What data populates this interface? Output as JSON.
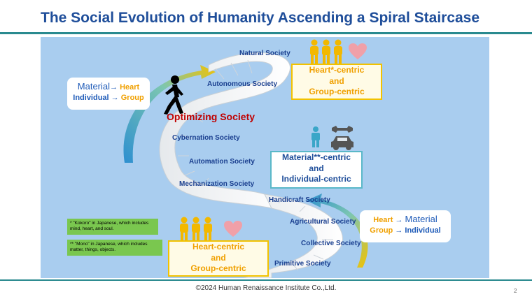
{
  "title": "The Social Evolution of Humanity Ascending a Spiral Staircase",
  "societies": {
    "natural": "Natural Society",
    "autonomous": "Autonomous Society",
    "optimizing": "Optimizing Society",
    "cybernation": "Cybernation Society",
    "automation": "Automation Society",
    "mechanization": "Mechanization Society",
    "handicraft": "Handicraft Society",
    "agricultural": "Agricultural Society",
    "collective": "Collective Society",
    "primitive": "Primitive Society"
  },
  "callouts": {
    "heart_star": {
      "line1": "Heart*-centric",
      "line2": "and",
      "line3": "Group-centric"
    },
    "material": {
      "line1": "Material**-centric",
      "line2": "and",
      "line3": "Individual-centric"
    },
    "heart": {
      "line1": "Heart-centric",
      "line2": "and",
      "line3": "Group-centric"
    }
  },
  "transitions": {
    "upper": {
      "from1": "Material",
      "to1": "Heart",
      "from2": "Individual",
      "to2": "Group",
      "arrow": "→"
    },
    "lower": {
      "from1": "Heart",
      "to1": "Material",
      "from2": "Group",
      "to2": "Individual",
      "arrow": "→"
    }
  },
  "notes": {
    "kokoro": "* \"Kokoro\" in Japanese, which includes mind, heart, and soul.",
    "mono": "** \"Mono\" in Japanese, which includes matter, things, objects."
  },
  "footer": "©2024 Human Renaissance Institute Co.,Ltd.",
  "page_number": "2",
  "colors": {
    "title": "#1f4e9a",
    "panel_bg": "#a9cdef",
    "optimizing": "#c00000",
    "heart_orange": "#f0a000",
    "material_blue": "#1f5bb8",
    "note_green": "#7ac74f"
  },
  "icons": [
    "walking-person-icon",
    "people-group-icon",
    "heart-icon",
    "person-icon",
    "wrench-icon",
    "car-icon"
  ]
}
